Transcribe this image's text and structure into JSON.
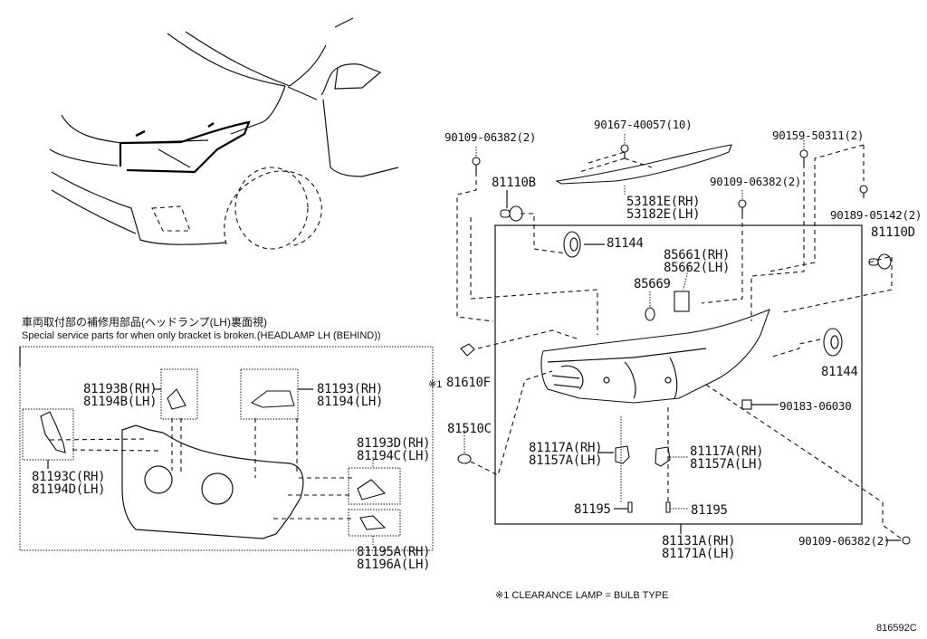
{
  "diagram": {
    "id_code": "816592C",
    "footnote": "※1 CLEARANCE LAMP = BULB TYPE",
    "inset": {
      "title_jp": "車両取付部の補修用部品(ヘッドランプ(LH)裏面視)",
      "title_en": "Special service parts for when only bracket is broken.(HEADLAMP LH (BEHIND))"
    },
    "labels": {
      "p90109_a": "90109-06382(2)",
      "p90167": "90167-40057(10)",
      "p90159": "90159-50311(2)",
      "p90109_b": "90109-06382(2)",
      "p90189": "90189-05142(2)",
      "p81110b": "81110B",
      "p53181e": "53181E(RH)",
      "p53182e": "53182E(LH)",
      "p81110d": "81110D",
      "p81144_a": "81144",
      "p85661": "85661(RH)",
      "p85662": "85662(LH)",
      "p85669": "85669",
      "p81144_b": "81144",
      "p81610f_mark": "※1",
      "p81610f": "81610F",
      "p90183": "90183-06030",
      "p81510c": "81510C",
      "p81117a_l": "81117A(RH)",
      "p81157a_l": "81157A(LH)",
      "p81117a_r": "81117A(RH)",
      "p81157a_r": "81157A(LH)",
      "p81195_l": "81195",
      "p81195_r": "81195",
      "p81131a": "81131A(RH)",
      "p81171a": "81171A(LH)",
      "p90109_c": "90109-06382(2)",
      "p81193b": "81193B(RH)",
      "p81194b": "81194B(LH)",
      "p81193": "81193(RH)",
      "p81194": "81194(LH)",
      "p81193c": "81193C(RH)",
      "p81194d": "81194D(LH)",
      "p81193d": "81193D(RH)",
      "p81194c": "81194C(LH)",
      "p81195a": "81195A(RH)",
      "p81196a": "81196A(LH)"
    }
  }
}
